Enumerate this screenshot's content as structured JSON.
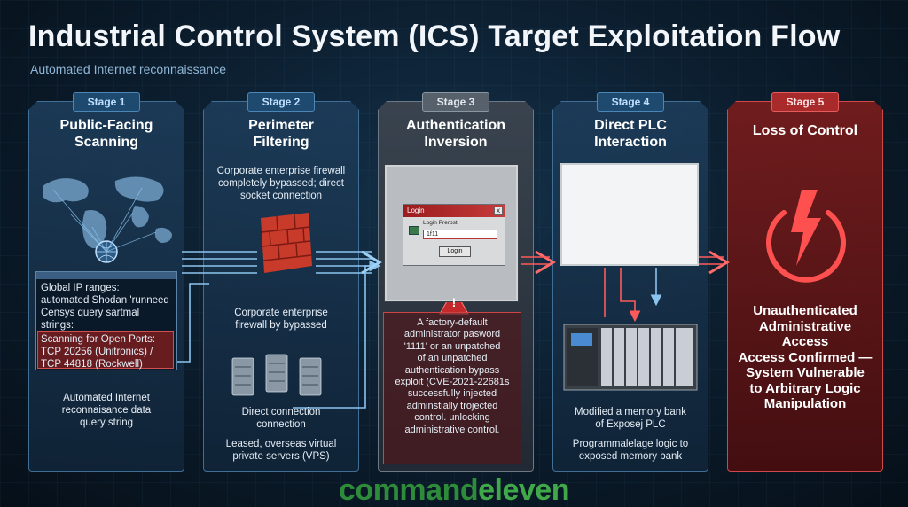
{
  "header": {
    "title": "Industrial Control System (ICS) Target Exploitation Flow",
    "subtitle": "Automated Internet reconnaissance"
  },
  "stages": [
    {
      "tab": "Stage 1",
      "title_line1": "Public-Facing",
      "title_line2": "Scanning",
      "ip_ranges": [
        "Global IP ranges:",
        "automated Shodan 'runneed",
        "Censys query sartmal",
        "strings:"
      ],
      "ports": [
        "Scanning for Open Ports:",
        "TCP 20256 (Unitronics) /",
        "TCP 44818 (Rockwell)"
      ],
      "footer": [
        "Automated Internet",
        "reconnaisance data",
        "query string"
      ]
    },
    {
      "tab": "Stage 2",
      "title_line1": "Perimeter",
      "title_line2": "Filtering",
      "top_text": [
        "Corporate enterprise firewall",
        "completely bypassed; direct",
        "socket connection"
      ],
      "mid_text": [
        "Corporate enterprise",
        "firewall by bypassed"
      ],
      "conn_text": [
        "Direct connection",
        "connection"
      ],
      "footer": [
        "Leased, overseas virtual",
        "private servers (VPS)"
      ]
    },
    {
      "tab": "Stage 3",
      "title_line1": "Authentication",
      "title_line2": "Inversion",
      "login_title": "Login",
      "login_close": "x",
      "login_prompt": "Login Prerpst:",
      "login_value": "1f11",
      "login_button": "Login",
      "warn_icon": "!",
      "warn_text": [
        "A factory-default",
        "administrator pasword",
        "'1111' or an unpatched",
        "of an unpatched",
        "authentication bypass",
        "exploit (CVE-2021-22681s",
        "successfully injected",
        "adminstially trojected",
        "control. unlocking",
        "administrative control."
      ]
    },
    {
      "tab": "Stage 4",
      "title_line1": "Direct PLC",
      "title_line2": "Interaction",
      "mid_text": [
        "Modified a memory bank",
        "of Exposej PLC"
      ],
      "footer": [
        "Programmalelage logic to",
        "exposed memory bank"
      ]
    },
    {
      "tab": "Stage 5",
      "title_line1": "Loss of Control",
      "result": [
        "Unauthenticated",
        "Administrative",
        "Access",
        "Access Confirmed —",
        "System Vulnerable",
        "to Arbitrary Logic",
        "Manipulation"
      ]
    }
  ],
  "brand": {
    "part1": "command",
    "part2": "eleven"
  },
  "colors": {
    "accent_blue": "#4c86b6",
    "alert_red": "#e04646",
    "brand_green": "#3fa94a"
  }
}
